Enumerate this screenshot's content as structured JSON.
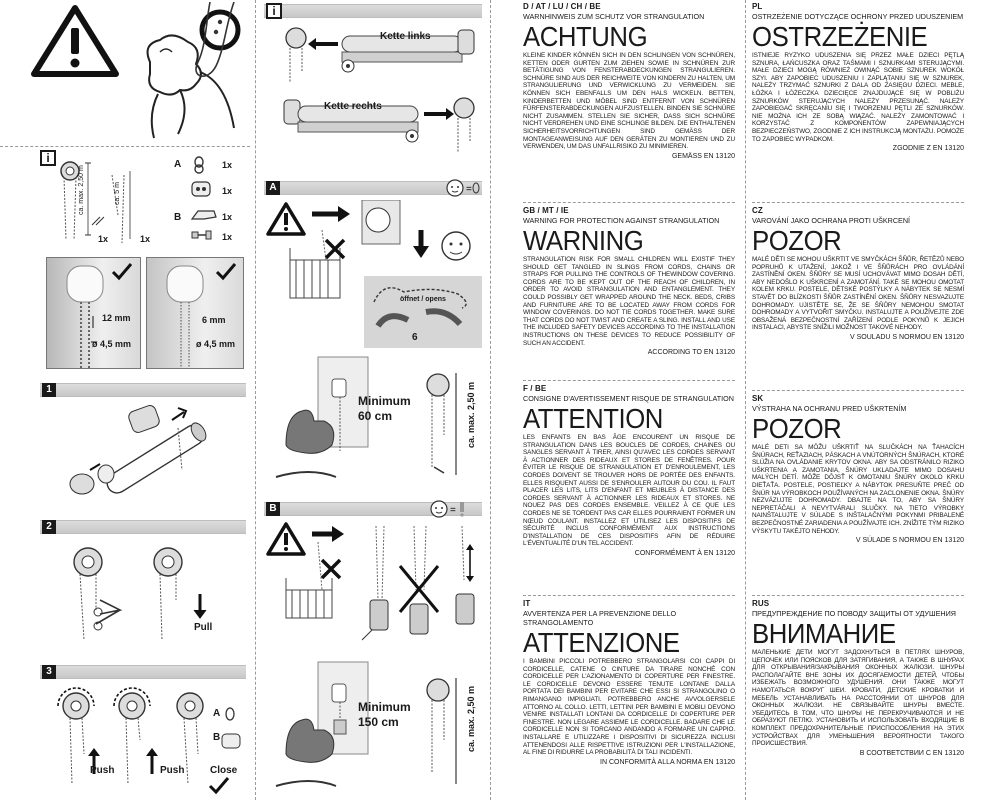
{
  "panel1": {
    "hint_label": "i",
    "height_left": "ca. max. 2,50 m",
    "length_right": "ca. 5 m",
    "qty_left": "1x",
    "qty_right": "1x",
    "part_a_label": "A",
    "part_b_label": "B",
    "qty_a1": "1x",
    "qty_a2": "1x",
    "qty_b1": "1x",
    "qty_b2": "1x",
    "photo_left_dim1": "12 mm",
    "photo_left_dim2": "ø 4,5 mm",
    "photo_right_dim1": "6 mm",
    "photo_right_dim2": "ø 4,5 mm"
  },
  "steps": {
    "s1": "1",
    "s2": "2",
    "s3": "3",
    "pull": "Pull",
    "push1": "Push",
    "push2": "Push",
    "close": "Close",
    "s3_a": "A",
    "s3_b": "B"
  },
  "panel2": {
    "hint_label": "i",
    "chain_left": "Kette links",
    "chain_right": "Kette rechts",
    "section_a": "A",
    "section_b": "B",
    "open_label": "öffnet / opens",
    "six": "6",
    "min_a": "Minimum",
    "min_a_val": "60 cm",
    "min_a_height": "ca. max. 2,50 m",
    "min_b": "Minimum",
    "min_b_val": "150 cm",
    "min_b_height": "ca. max. 2,50 m"
  },
  "warnings": {
    "de": {
      "lang": "D / AT / LU / CH / BE",
      "sub": "WARNHINWEIS ZUM SCHUTZ VOR STRANGULATION",
      "title": "ACHTUNG",
      "body": "KLEINE KINDER KÖNNEN SICH IN DEN SCHLINGEN VON SCHNÜREN, KETTEN ODER GURTEN ZUM ZIEHEN SOWIE IN SCHNÜREN ZUR BETÄTIGUNG VON FENSTERABDECKUNGEN STRANGULIEREN. SCHNÜRE SIND AUS DER REICHWEITE VON KINDERN ZU HALTEN, UM STRANGULIERUNG UND VERWICKLUNG ZU VERMEIDEN. SIE KÖNNEN SICH EBENFALLS UM DEN HALS WICKELN. BETTEN, KINDERBETTEN UND MÖBEL SIND ENTFERNT VON SCHNÜREN FÜRFENSTERABDECKUNGEN AUFZUSTELLEN. BINDEN SIE SCHNÜRE NICHT ZUSAMMEN. STELLEN SIE SICHER, DASS SICH SCHNÜRE NICHT VERDREHEN UND EINE SCHLINGE BILDEN. DIE ENTHALTENEN SICHERHEITSVORRICHTUNGEN SIND GEMÄSS DER MONTAGEANWEISUNG AUF DEN GERÄTEN ZU MONTIEREN UND ZU VERWENDEN, UM DAS UNFALLRISIKO ZU MINIMIEREN.",
      "foot": "GEMÄSS EN 13120"
    },
    "en": {
      "lang": "GB / MT / IE",
      "sub": "WARNING FOR PROTECTION AGAINST STRANGULATION",
      "title": "WARNING",
      "body": "STRANGULATION RISK FOR SMALL CHILDREN WILL EXISTIF THEY SHOULD GET TANGLED IN SLINGS FROM CORDS, CHAINS OR STRAPS FOR PULLING THE CONTROLS OF THEWINDOW COVERING. CORDS ARE TO BE KEPT OUT OF THE REACH OF CHILDREN, IN ORDER TO AVOID STRANGULATION AND ENTANGLEMENT. THEY COULD POSSIBLY GET WRAPPED AROUND THE NECK. BEDS, CRIBS AND FURNITURE ARE TO BE LOCATED AWAY FROM CORDS FOR WINDOW COVERINGS. DO NOT TIE CORDS TOGETHER. MAKE SURE THAT CORDS DO NOT TWIST AND CREATE A SLING. INSTALL AND USE THE INCLUDED SAFETY DEVICES ACCORDING TO THE INSTALLATION INSTRUCTIONS ON THESE DEVICES TO REDUCE POSSIBILITY OF SUCH AN ACCIDENT.",
      "foot": "ACCORDING TO EN 13120"
    },
    "fr": {
      "lang": "F / BE",
      "sub": "CONSIGNE D'AVERTISSEMENT RISQUE DE STRANGULATION",
      "title": "ATTENTION",
      "body": "LES ENFANTS EN BAS ÂGE ENCOURENT UN RISQUE DE STRANGULATION DANS LES BOUCLES DE CORDES, CHAINES OU SANGLES SERVANT À TIRER, AINSI QU'AVEC LES CORDES SERVANT À ACTIONNER DES RIDEAUX ET STORES DE FENÊTRES. POUR ÉVITER LE RISQUE DE STRANGULATION ET D'ENROULEMENT, LES CORDES DOIVENT SE TROUVER HORS DE PORTÉE DES ENFANTS. ELLES RISQUENT AUSSI DE S'ENROULER AUTOUR DU COU. IL FAUT PLACER LES LITS, LITS D'ENFANT ET MEUBLES À DISTANCE DES CORDES SERVANT À ACTIONNER LES RIDEAUX ET STORES. NE NOUEZ PAS DES CORDES ENSEMBLE. VEILLEZ À CE QUE LES CORDES NE SE TORDENT PAS CAR ELLES POURRAIENT FORMER UN NŒUD COULANT. INSTALLEZ ET UTILISEZ LES DISPOSITIFS DE SÉCURITÉ INCLUS CONFORMÉMENT AUX INSTRUCTIONS D'INSTALLATION DE CES DISPOSITIFS AFIN DE RÉDUIRE L'ÉVENTUALITÉ D'UN TEL ACCIDENT.",
      "foot": "CONFORMÉMENT À EN 13120"
    },
    "it": {
      "lang": "IT",
      "sub": "AVVERTENZA PER LA PREVENZIONE DELLO STRANGOLAMENTO",
      "title": "ATTENZIONE",
      "body": "I BAMBINI PICCOLI POTREBBERO STRANGOLARSI COI CAPPI DI CORDICELLE, CATENE O CINTURE DA TIRARE NONCHÉ CON CORDICELLE PER L'AZIONAMENTO DI COPERTURE PER FINESTRE. LE CORDICELLE DEVONO ESSERE TENUTE LONTANE DALLA PORTATA DEI BAMBINI PER EVITARE CHE ESSI SI STRANGOLINO O RIMANGANO IMPIGLIATI. POTREBBERO ANCHE AVVOLGERSELE ATTORNO AL COLLO. LETTI, LETTINI PER BAMBINI E MOBILI DEVONO VENIRE INSTALLATI LONTANI DA CORDICELLE DI COPERTURE PER FINESTRE. NON LEGARE ASSIEME LE CORDICELLE. BADARE CHE LE CORDICELLE NON SI TORCANO ANDANDO A FORMARE UN CAPPIO. INSTALLARE E UTILIZZARE I DISPOSITIVI DI SICUREZZA INCLUSI ATTENENDOSI ALLE RISPETTIVE ISTRUZIONI PER L'INSTALLAZIONE, AL FINE DI RIDURRE LA PROBABILITÀ DI TALI INCIDENTI.",
      "foot": "IN CONFORMITÀ ALLA NORMA EN 13120"
    },
    "pl": {
      "lang": "PL",
      "sub": "OSTRZEŻENIE DOTYCZĄCE OCHRONY PRZED UDUSZENIEM",
      "title": "OSTRZEŻENIE",
      "body": "ISTNIEJE RYZYKO UDUSZENIA SIĘ PRZEZ MAŁE DZIECI PĘTLĄ SZNURA, ŁAŃCUSZKA ORAZ TAŚMAMI I SZNURKAMI STERUJĄCYMI. MAŁE DZIECI MOGĄ RÓWNIEŻ OWINĄĆ SOBIE SZNUREK WOKÓŁ SZYI. ABY ZAPOBIEC UDUSZENIU I ZAPLĄTANIU SIĘ W SZNUREK, NALEŻY TRZYMAĆ SZNURKI Z DALA OD ZASIĘGU DZIECI. MEBLE, ŁÓŻKA I ŁÓŻECZKA DZIECIĘCE ZNAJDUJĄCE SIĘ W POBLIŻU SZNURKÓW STERUJĄCYCH NALEŻY PRZESUNĄĆ. NALEŻY ZAPOBIEGAĆ SKRĘCANIU SIĘ I TWORZENIU PĘTLI ZE SZNURKÓW. NIE MOŻNA ICH ZE SOBĄ WIĄZAĆ. NALEŻY ZAMONTOWAĆ I KORZYSTAĆ Z KOMPONENTÓW ZAPEWNIAJĄCYCH BEZPIECZEŃSTWO, ZGODNIE Z ICH INSTRUKCJĄ MONTAŻU. POMOŻE TO ZAPOBIEC WYPADKOM.",
      "foot": "ZGODNIE Z EN 13120"
    },
    "cz": {
      "lang": "CZ",
      "sub": "VAROVÁNÍ JAKO OCHRANA PROTI UŠKRCENÍ",
      "title": "POZOR",
      "body": "MALÉ DĚTI SE MOHOU UŠKRTIT VE SMYČKÁCH ŠŇŮR, ŘETĚZŮ NEBO POPRUHŮ K UTAŽENÍ, JAKOŽ I VE ŠŇŮRÁCH PRO OVLÁDÁNÍ ZASTÍNĚNÍ OKEN. ŠŇŮRY SE MUSÍ UCHOVÁVAT MIMO DOSAH DĚTÍ, ABY NEDOŠLO K UŠKRCENÍ A ZAMOTÁNÍ. TAKÉ SE MOHOU OMOTAT KOLEM KRKU. POSTELE, DĚTSKÉ POSTÝLKY A NÁBYTEK SE NESMÍ STAVĚT DO BLÍZKOSTI ŠŇŮR ZASTÍNĚNÍ OKEN. ŠŇŮRY NESVAZUJTE DOHROMADY. UJISTĚTE SE, ŽE SE ŠŇŮRY NEMOHOU SMOTAT DOHROMADY A VYTVOŘIT SMYČKU. INSTALUJTE A POUŽÍVEJTE ZDE OBSAŽENÁ BEZPEČNOSTNÍ ZAŘÍZENÍ PODLE POKYNŮ K JEJICH INSTALACI, ABYSTE SNÍŽILI MOŽNOST TAKOVÉ NEHODY.",
      "foot": "V SOULADU S NORMOU EN 13120"
    },
    "sk": {
      "lang": "SK",
      "sub": "VÝSTRAHA NA OCHRANU PRED UŠKRTENÍM",
      "title": "POZOR",
      "body": "MALÉ DETI SA MÔŽU UŠKRTIŤ NA SLUČKÁCH NA ŤAHACÍCH ŠNÚRACH, REŤAZIACH, PÁSKACH A VNÚTORNÝCH ŠNÚRACH, KTORÉ SLÚŽIA NA OVLÁDANIE KRYTOV OKNA. ABY SA ODSTRÁNILO RIZIKO UŠKRTENIA A ZAMOTANIA, ŠNÚRY UKLADAJTE MIMO DOSAHU MALÝCH DETÍ. MÔŽE DÔJSŤ K OMOTANIU ŠNÚRY OKOLO KRKU DIEŤAŤA. POSTELE, POSTIEĽKY A NÁBYTOK PRESUŇTE PREČ OD ŠNÚR NA VÝROBKOCH POUŽÍVANÝCH NA ZACLONENIE OKNA. ŠNÚRY NEZVÄZUJTE DOHROMADY. DBAJTE NA TO, ABY SA ŠNÚRY NEPRETÁČALI A NEVYTVÁRALI SLUČKY. NA TIETO VÝROBKY NAINŠTALUJTE V SÚLADE S INŠTALAČNÝMI POKYNMI PRIBALENÉ BEZPEČNOSTNÉ ZARIADENIA A POUŽÍVAJTE ICH. ZNÍŽITE TÝM RIZIKO VÝSKYTU TAKÉJTO NEHODY.",
      "foot": "V SÚLADE S NORMOU EN 13120"
    },
    "ru": {
      "lang": "RUS",
      "sub": "ПРЕДУПРЕЖДЕНИЕ ПО ПОВОДУ ЗАЩИТЫ ОТ УДУШЕНИЯ",
      "title": "ВНИМАНИЕ",
      "body": "МАЛЕНЬКИЕ ДЕТИ МОГУТ ЗАДОХНУТЬСЯ В ПЕТЛЯХ ШНУРОВ, ЦЕПОЧЕК ИЛИ ПОЯСКОВ ДЛЯ ЗАТЯГИВАНИЯ, А ТАКЖЕ В ШНУРАХ ДЛЯ ОТКРЫВАНИЯ/ЗАКРЫВАНИЯ ОКОННЫХ ЖАЛЮЗИ. ШНУРЫ РАСПОЛАГАЙТЕ ВНЕ ЗОНЫ ИХ ДОСЯГАЕМОСТИ ДЕТЕЙ, ЧТОБЫ ИЗБЕЖАТЬ ВОЗМОЖНОГО УДУШЕНИЯ. ОНИ ТАКЖЕ МОГУТ НАМОТАТЬСЯ ВОКРУГ ШЕИ. КРОВАТИ, ДЕТСКИЕ КРОВАТКИ И МЕБЕЛЬ УСТАНАВЛИВАТЬ НА РАССТОЯНИИ ОТ ШНУРОВ ДЛЯ ОКОННЫХ ЖАЛЮЗИ. НЕ СВЯЗЫВАЙТЕ ШНУРЫ ВМЕСТЕ. УБЕДИТЕСЬ В ТОМ, ЧТО ШНУРЫ НЕ ПЕРЕКРУЧИВАЮТСЯ И НЕ ОБРАЗУЮТ ПЕТЛЮ. УСТАНОВИТЬ И ИСПОЛЬЗОВАТЬ ВХОДЯЩИЕ В КОМПЛЕКТ ПРЕДОХРАНИТЕЛЬНЫЕ ПРИСПОСОБЛЕНИЯ НА ЭТИХ УСТРОЙСТВАХ ДЛЯ УМЕНЬШЕНИЯ ВЕРОЯТНОСТИ ТАКОГО ПРОИСШЕСТВИЯ.",
      "foot": "В СООТВЕТСТВИИ С EN 13120"
    }
  }
}
